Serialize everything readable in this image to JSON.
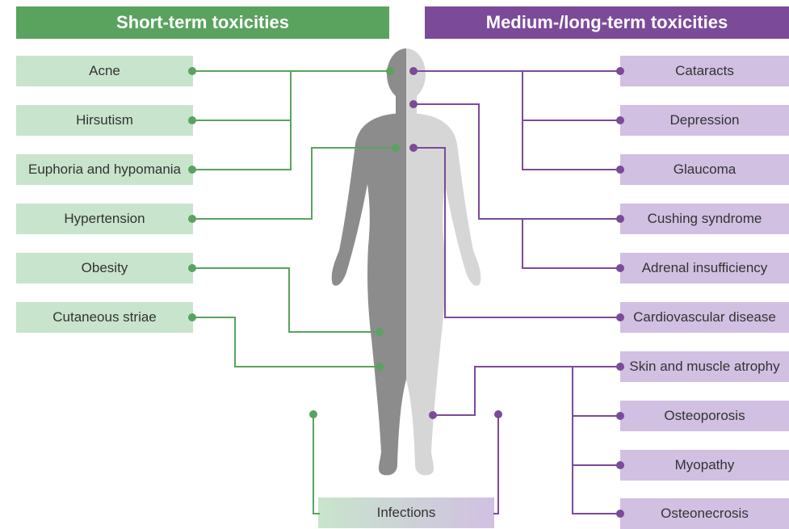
{
  "headers": {
    "short_term": "Short-term toxicities",
    "long_term": "Medium-/long-term toxicities"
  },
  "short_term_items": [
    "Acne",
    "Hirsutism",
    "Euphoria and hypomania",
    "Hypertension",
    "Obesity",
    "Cutaneous striae"
  ],
  "long_term_items": [
    "Cataracts",
    "Depression",
    "Glaucoma",
    "Cushing syndrome",
    "Adrenal insufficiency",
    "Cardiovascular disease",
    "Skin and muscle atrophy",
    "Osteoporosis",
    "Myopathy",
    "Osteonecrosis"
  ],
  "shared_item": "Infections",
  "colors": {
    "green": "#5aa35e",
    "green_light": "#c9e4cc",
    "purple": "#7b4a99",
    "purple_light": "#d1c0e2",
    "body_dark": "#8c8c8c",
    "body_light": "#d6d6d6"
  }
}
